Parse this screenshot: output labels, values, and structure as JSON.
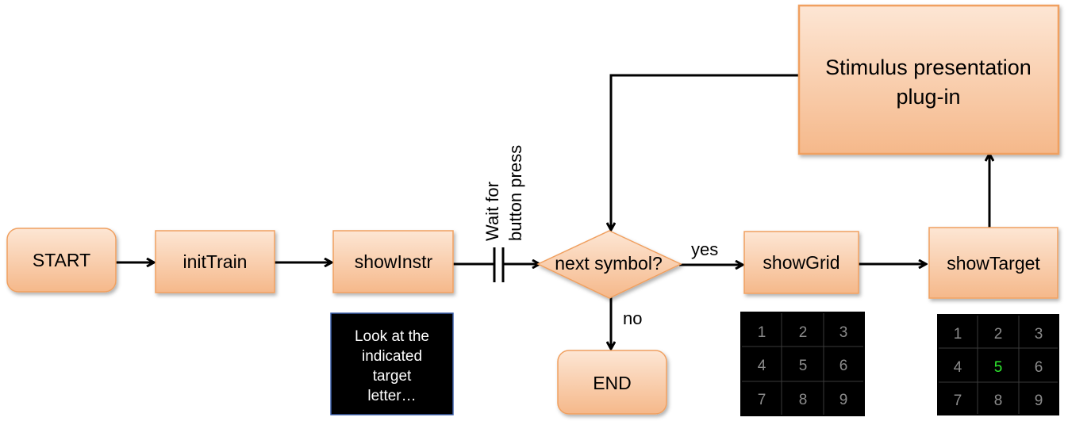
{
  "nodes": {
    "start": "START",
    "init_train": "initTrain",
    "show_instr": "showInstr",
    "decision": "next symbol?",
    "end": "END",
    "show_grid": "showGrid",
    "show_target": "showTarget",
    "plugin_line1": "Stimulus presentation",
    "plugin_line2": "plug-in"
  },
  "labels": {
    "wait_line1": "Wait for",
    "wait_line2": "button press",
    "yes": "yes",
    "no": "no"
  },
  "instruction_screen": {
    "lines": [
      "Look at the",
      "indicated",
      "target",
      "letter…"
    ]
  },
  "grid_screen": {
    "cells": [
      "1",
      "2",
      "3",
      "4",
      "5",
      "6",
      "7",
      "8",
      "9"
    ]
  },
  "target_screen": {
    "cells": [
      "1",
      "2",
      "3",
      "4",
      "5",
      "6",
      "7",
      "8",
      "9"
    ],
    "highlighted": "5",
    "highlight_color": "#2ee82e"
  },
  "colors": {
    "node_fill_top": "#fde3cf",
    "node_fill_bottom": "#f6b98a",
    "node_stroke": "#f0a060",
    "screen_bg": "#000000"
  }
}
